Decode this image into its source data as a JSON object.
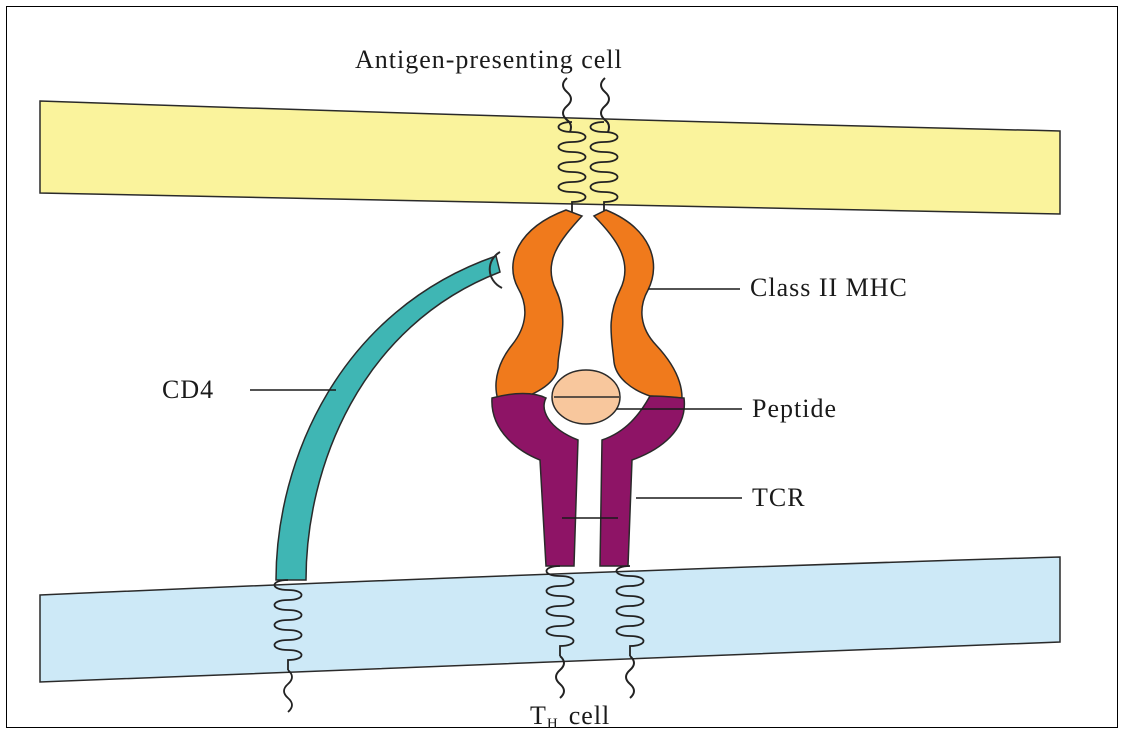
{
  "labels": {
    "apc": "Antigen-presenting cell",
    "mhc": "Class II MHC",
    "peptide": "Peptide",
    "cd4": "CD4",
    "tcr": "TCR",
    "th_main": "T",
    "th_sub": "H",
    "th_cell": "cell"
  },
  "colors": {
    "apc_membrane": "#faf39c",
    "th_membrane": "#cde9f7",
    "mhc": "#f07a1c",
    "tcr": "#8e1466",
    "cd4": "#3fb6b4",
    "peptide": "#f8c79d"
  }
}
